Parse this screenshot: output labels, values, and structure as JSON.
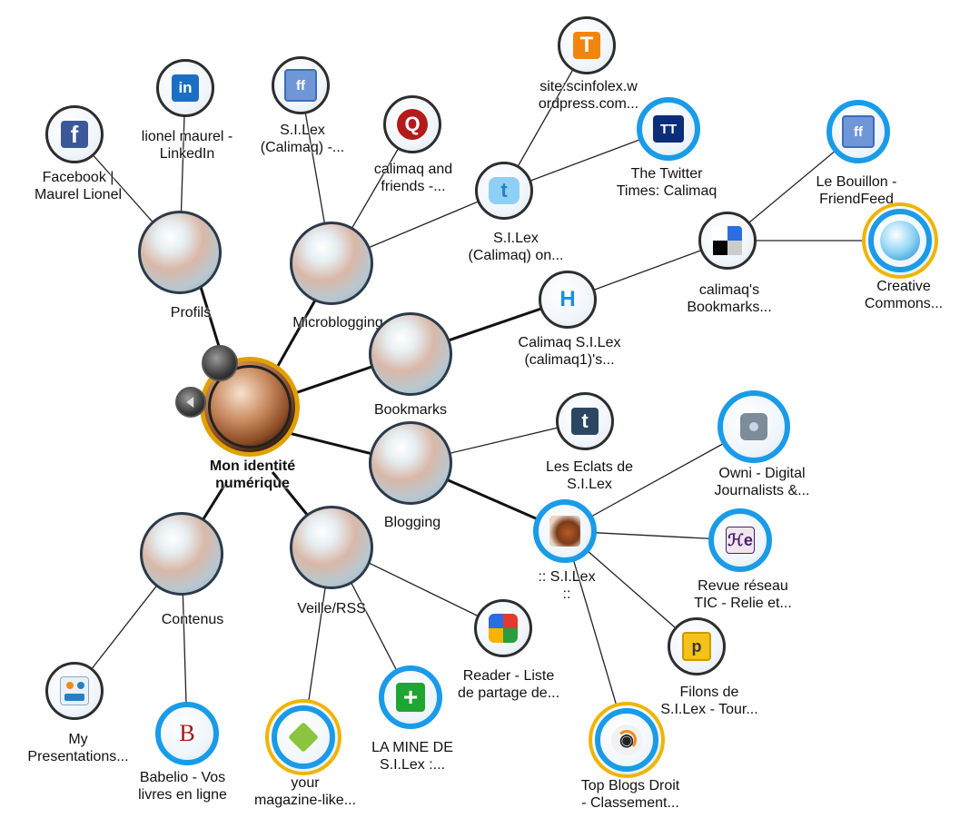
{
  "root": {
    "label_line1": "Mon identité",
    "label_line2": "numérique"
  },
  "groups": {
    "profils": "Profils",
    "microblogging": "Microblogging",
    "bookmarks": "Bookmarks",
    "blogging": "Blogging",
    "contenus": "Contenus",
    "veille": "Veille/RSS"
  },
  "leaves": {
    "facebook": {
      "line1": "Facebook |",
      "line2": "Maurel Lionel",
      "icon": "facebook-icon"
    },
    "linkedin": {
      "line1": "lionel maurel -",
      "line2": "LinkedIn",
      "icon": "linkedin-icon"
    },
    "friendfeed_silex": {
      "line1": "S.I.Lex",
      "line2": "(Calimaq) -...",
      "icon": "friendfeed-icon"
    },
    "calimaq_friends": {
      "line1": "calimaq and",
      "line2": "friends -...",
      "icon": "qik-icon"
    },
    "twitter_silex": {
      "line1": "S.I.Lex",
      "line2": "(Calimaq) on...",
      "icon": "twitter-icon"
    },
    "site_scinfolex": {
      "line1": "site:scinfolex.w",
      "line2": "ordpress.com...",
      "icon": "topsy-icon"
    },
    "twitter_times": {
      "line1": "The Twitter",
      "line2": "Times: Calimaq",
      "icon": "twitter-times-icon"
    },
    "identica": {
      "line1": "Calimaq S.I.Lex",
      "line2": "(calimaq1)'s...",
      "icon": "identica-icon"
    },
    "delicious": {
      "line1": "calimaq's",
      "line2": "Bookmarks...",
      "icon": "delicious-icon"
    },
    "bouillon": {
      "line1": "Le Bouillon -",
      "line2": "FriendFeed",
      "icon": "friendfeed-icon"
    },
    "creative_commons": {
      "line1": "Creative",
      "line2": "Commons...",
      "icon": "creative-commons-icon"
    },
    "eclats": {
      "line1": "Les Eclats de",
      "line2": "S.I.Lex",
      "icon": "tumblr-icon"
    },
    "silex_blog": {
      "line1": ":: S.I.Lex",
      "line2": "::",
      "icon": "silex-blog-icon"
    },
    "owni": {
      "line1": "Owni - Digital",
      "line2": "Journalists &...",
      "icon": "owni-icon"
    },
    "revue": {
      "line1": "Revue réseau",
      "line2": "TIC - Relie et...",
      "icon": "revue-icon"
    },
    "filons": {
      "line1": "Filons de",
      "line2": "S.I.Lex - Tour...",
      "icon": "posterous-icon"
    },
    "top_blogs": {
      "line1": "Top Blogs Droit",
      "line2": "- Classement...",
      "icon": "rss-icon"
    },
    "reader": {
      "line1": "Reader - Liste",
      "line2": "de partage de...",
      "icon": "google-reader-icon"
    },
    "mine": {
      "line1": "LA MINE DE",
      "line2": "S.I.Lex :...",
      "icon": "netvibes-plus-icon"
    },
    "your_magazine": {
      "line1": "your",
      "line2": "magazine-like...",
      "icon": "diamond-icon"
    },
    "babelio": {
      "line1": "Babelio - Vos",
      "line2": "livres en ligne",
      "icon": "babelio-icon"
    },
    "presentations": {
      "line1": "My",
      "line2": "Presentations...",
      "icon": "slideshare-icon"
    }
  },
  "glyphs": {
    "facebook": "f",
    "linkedin": "in",
    "friendfeed": "ff",
    "qik": "Q",
    "topsy": "T",
    "twitter_times": "TT",
    "twitter": "t",
    "identica": "H",
    "tumblr": "t",
    "revue": "ℋe",
    "posterous": "p",
    "rss": "◉",
    "plus": "+",
    "babelio": "B"
  },
  "colors": {
    "accent_blue": "#1a9be8",
    "accent_gold": "#f0b400"
  }
}
